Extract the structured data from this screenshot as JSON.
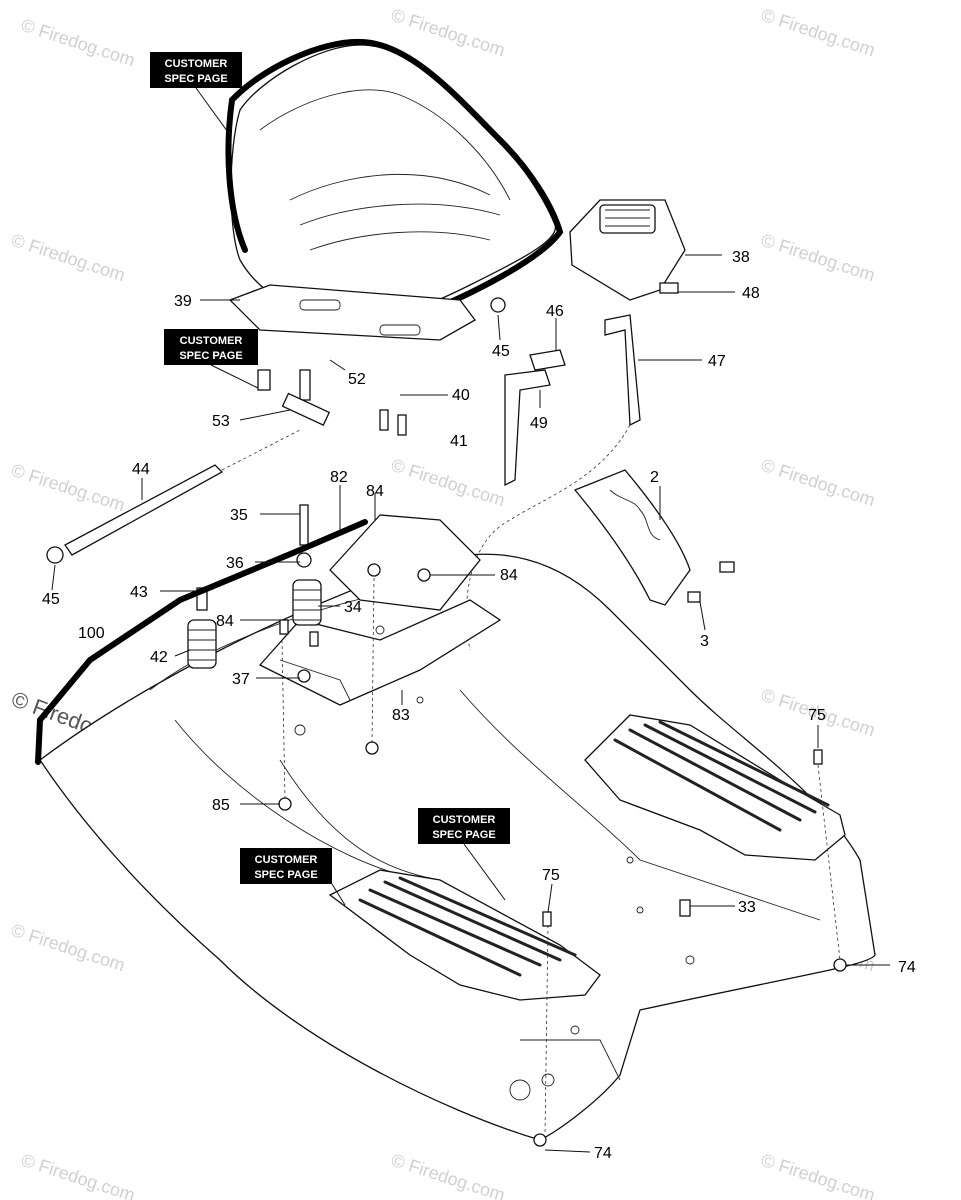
{
  "watermark": {
    "text": "Firedog.com",
    "repeat_text": "© Firedog.com"
  },
  "spec_boxes": [
    {
      "line1": "CUSTOMER",
      "line2": "SPEC PAGE"
    },
    {
      "line1": "CUSTOMER",
      "line2": "SPEC PAGE"
    },
    {
      "line1": "CUSTOMER",
      "line2": "SPEC PAGE"
    },
    {
      "line1": "CUSTOMER",
      "line2": "SPEC PAGE"
    }
  ],
  "callouts": [
    "38",
    "48",
    "39",
    "46",
    "47",
    "45",
    "52",
    "40",
    "53",
    "49",
    "41",
    "44",
    "82",
    "84",
    "2",
    "35",
    "36",
    "84",
    "43",
    "34",
    "3",
    "84",
    "100",
    "42",
    "37",
    "83",
    "75",
    "85",
    "75",
    "33",
    "74",
    "74",
    "45"
  ],
  "colors": {
    "line": "#111111",
    "spec_box": "#000000",
    "watermark": "#d0d0d0"
  }
}
